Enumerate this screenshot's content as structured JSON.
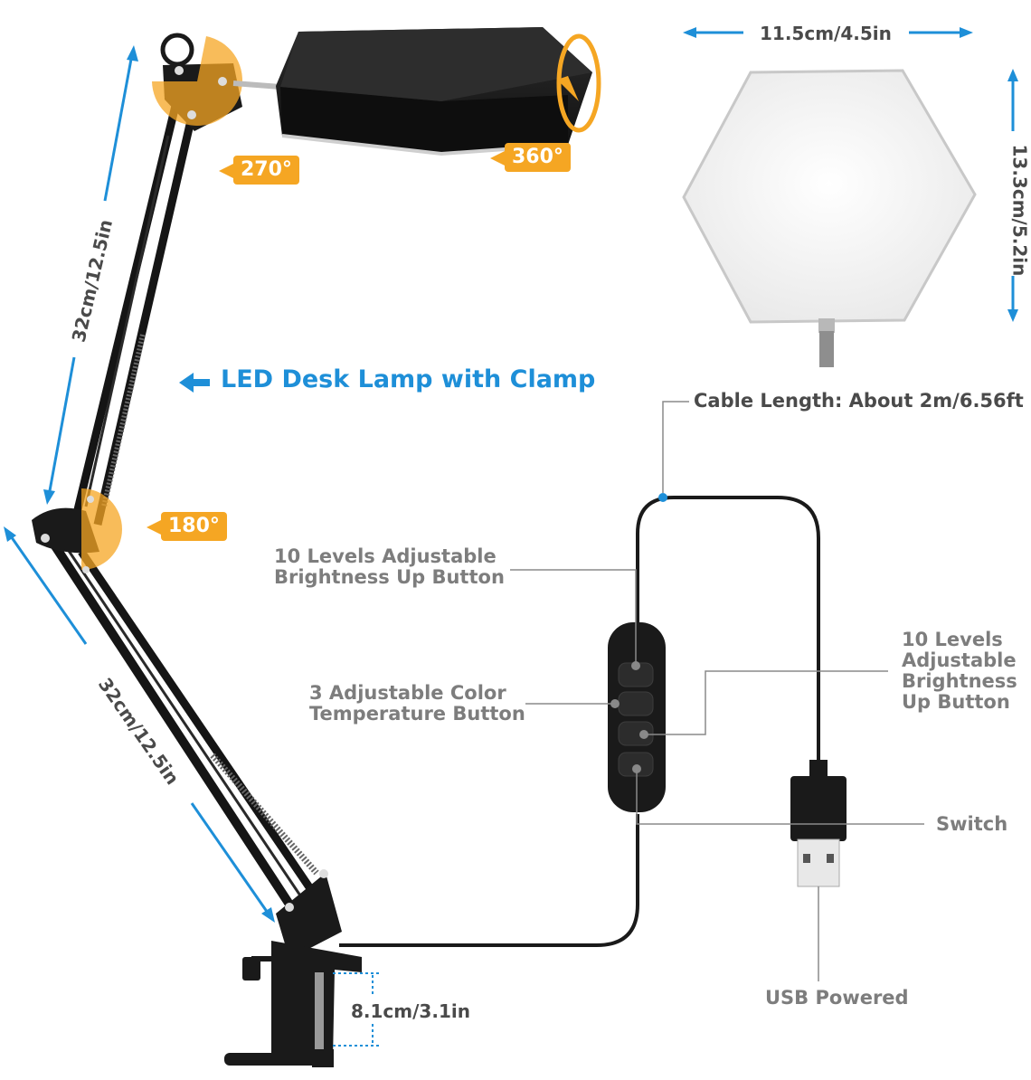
{
  "title": "LED Desk Lamp with Clamp",
  "angles": {
    "top_joint": "270°",
    "head_rotation": "360°",
    "elbow": "180°"
  },
  "dimensions": {
    "panel_width": "11.5cm/4.5in",
    "panel_height": "13.3cm/5.2in",
    "upper_arm": "32cm/12.5in",
    "lower_arm": "32cm/12.5in",
    "clamp_opening": "8.1cm/3.1in"
  },
  "labels": {
    "cable_length": "Cable Length:  About 2m/6.56ft",
    "brightness_up_left_1": "10 Levels Adjustable",
    "brightness_up_left_2": "Brightness Up Button",
    "color_temp_1": "3 Adjustable Color",
    "color_temp_2": "Temperature Button",
    "brightness_right_1": "10 Levels",
    "brightness_right_2": "Adjustable",
    "brightness_right_3": "Brightness",
    "brightness_right_4": "Up Button",
    "switch": "Switch",
    "usb": "USB Powered"
  },
  "colors": {
    "accent_blue": "#1e8fd8",
    "accent_orange": "#f5a623",
    "lamp_black": "#1a1a1a"
  }
}
